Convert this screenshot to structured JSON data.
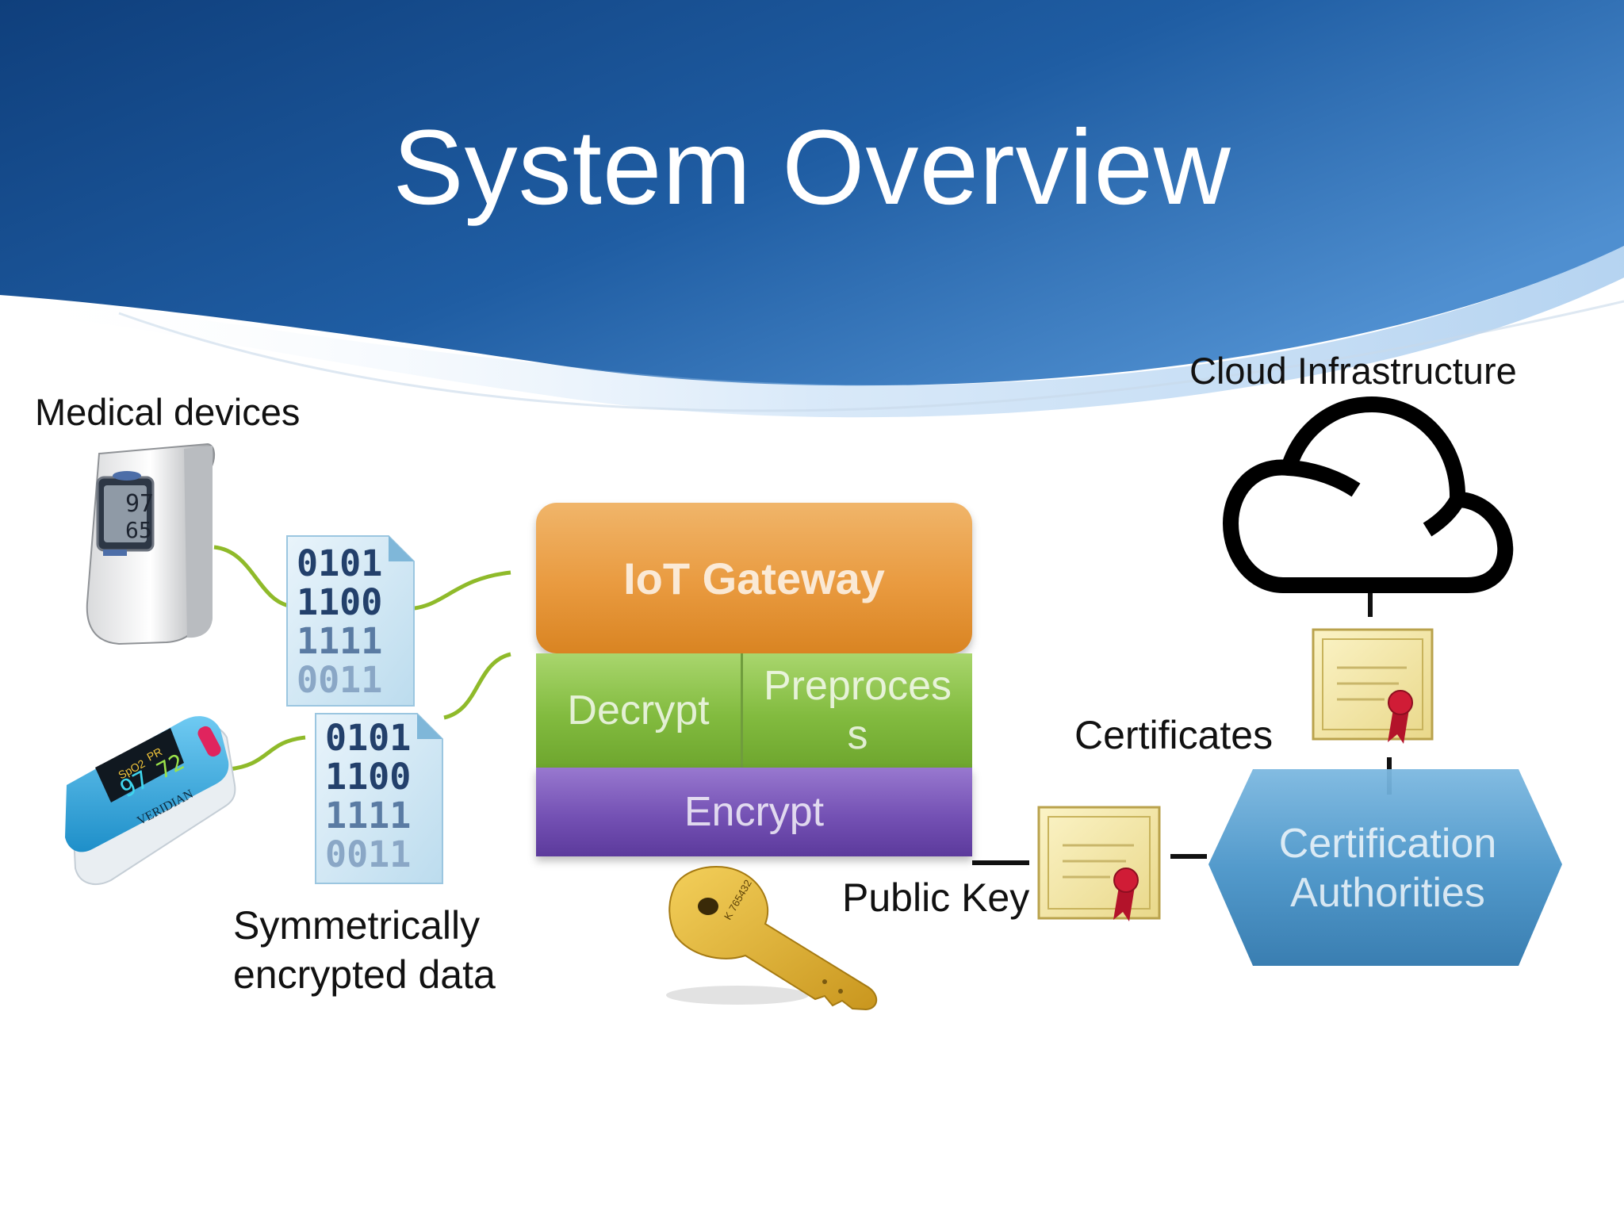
{
  "slide": {
    "title": "System Overview"
  },
  "labels": {
    "medical_devices": "Medical devices",
    "symmetric_data_line1": "Symmetrically",
    "symmetric_data_line2": "encrypted data",
    "public_key": "Public Key",
    "certificates": "Certificates",
    "cloud_infrastructure": "Cloud Infrastructure"
  },
  "gateway_stack": {
    "gateway": "IoT Gateway",
    "decrypt": "Decrypt",
    "preprocess_line1": "Preproces",
    "preprocess_line2": "s",
    "encrypt": "Encrypt"
  },
  "certification_authorities": {
    "line1": "Certification",
    "line2": "Authorities"
  },
  "binary_docs": {
    "lines": [
      "0101",
      "1100",
      "1111",
      "0011"
    ]
  },
  "oximeter_readings": {
    "device1_top": "97",
    "device1_bottom": "65",
    "device2_spo2_label": "SpO2",
    "device2_pr_label": "PR",
    "device2_spo2": "97",
    "device2_pr": "72",
    "device2_brand": "VERIDIAN"
  },
  "key_serial": "K 765432",
  "colors": {
    "banner_dark": "#0f3f7c",
    "banner_light": "#4f8fd0",
    "gateway": "#e99a3f",
    "decrypt_preprocess": "#82bb3f",
    "encrypt": "#7451b4",
    "certification_authorities": "#4a95c9",
    "connector_green": "#8fba2a"
  }
}
